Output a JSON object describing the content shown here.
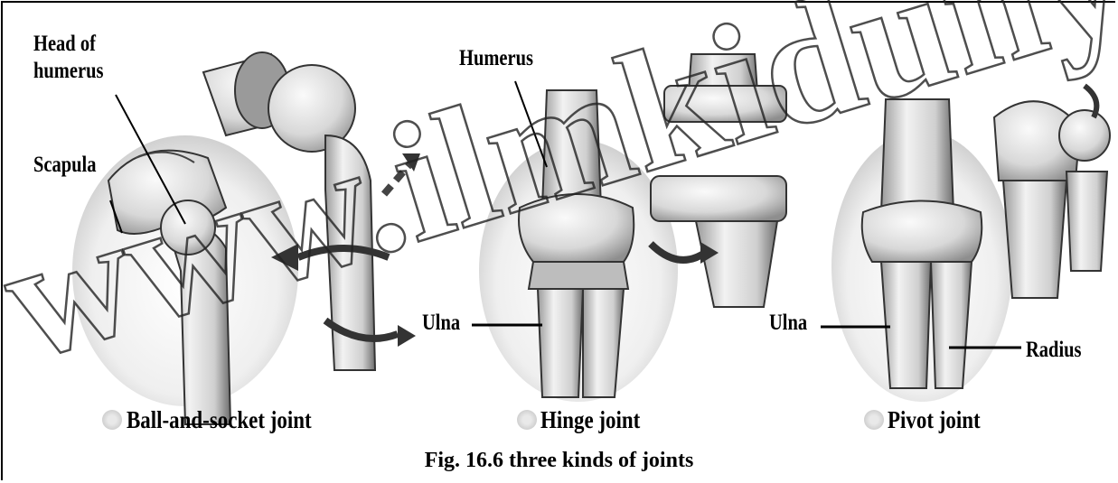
{
  "figure": {
    "caption": "Fig. 16.6 three kinds of joints"
  },
  "panels": {
    "ball_socket": {
      "title": "Ball-and-socket joint",
      "labels": {
        "head_line1": "Head of",
        "head_line2": "humerus",
        "scapula": "Scapula"
      }
    },
    "hinge": {
      "title": "Hinge joint",
      "labels": {
        "humerus": "Humerus",
        "ulna": "Ulna"
      }
    },
    "pivot": {
      "title": "Pivot joint",
      "labels": {
        "ulna": "Ulna",
        "radius": "Radius"
      }
    }
  },
  "watermark": {
    "text": "www.ilmkidunya.co"
  },
  "colors": {
    "ink": "#000000",
    "bone_shade": "#cfcfcf",
    "background": "#ffffff"
  }
}
